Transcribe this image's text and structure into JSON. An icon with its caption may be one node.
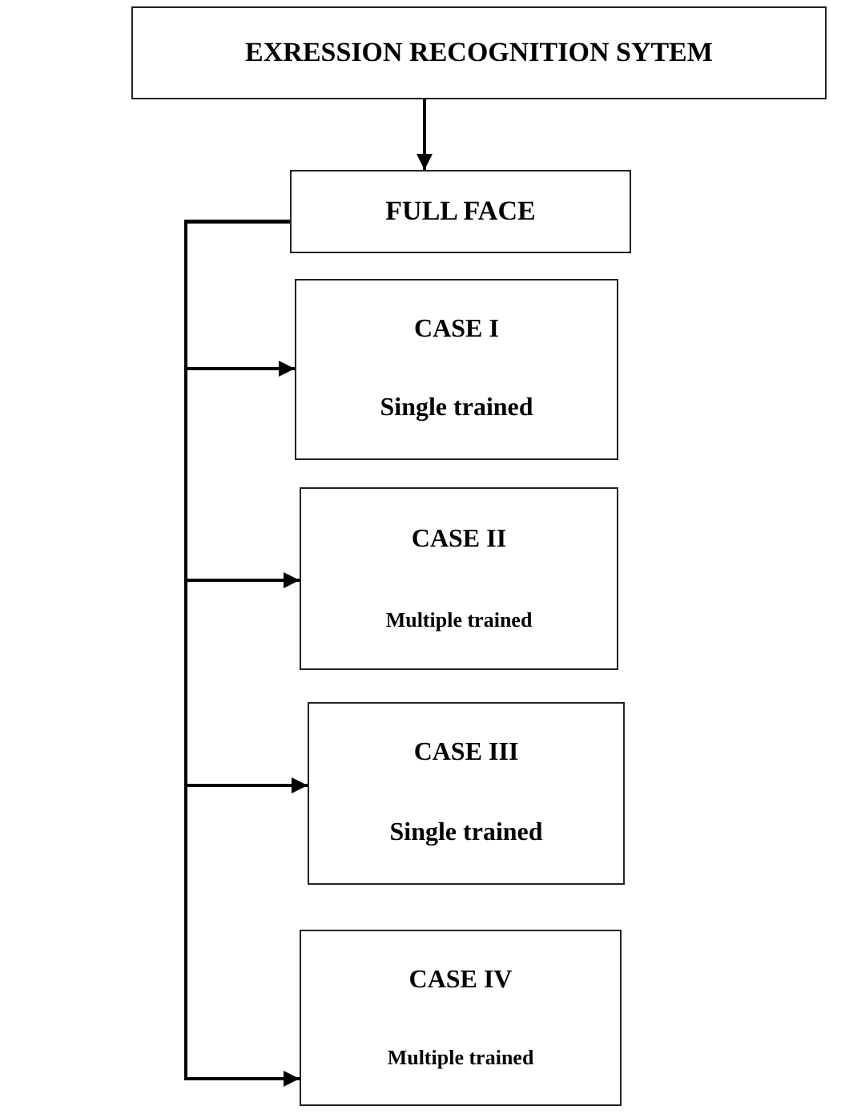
{
  "diagram": {
    "nodes": [
      {
        "text": [
          "EXRESSION RECOGNITION SYTEM"
        ]
      },
      {
        "text": [
          "FULL FACE"
        ]
      },
      {
        "text": [
          "CASE I",
          "Single trained"
        ]
      },
      {
        "text": [
          "CASE II",
          "Multiple trained"
        ]
      },
      {
        "text": [
          "CASE III",
          "Single trained"
        ]
      },
      {
        "text": [
          "CASE IV",
          "Multiple trained"
        ]
      }
    ],
    "edges": [
      {
        "from": 0,
        "to": 1,
        "arrow": "to"
      },
      {
        "from": 1,
        "to": 2,
        "arrow": "to"
      },
      {
        "from": 1,
        "to": 3,
        "arrow": "to"
      },
      {
        "from": 1,
        "to": 4,
        "arrow": "to"
      },
      {
        "from": 1,
        "to": 5,
        "arrow": "to"
      }
    ]
  }
}
